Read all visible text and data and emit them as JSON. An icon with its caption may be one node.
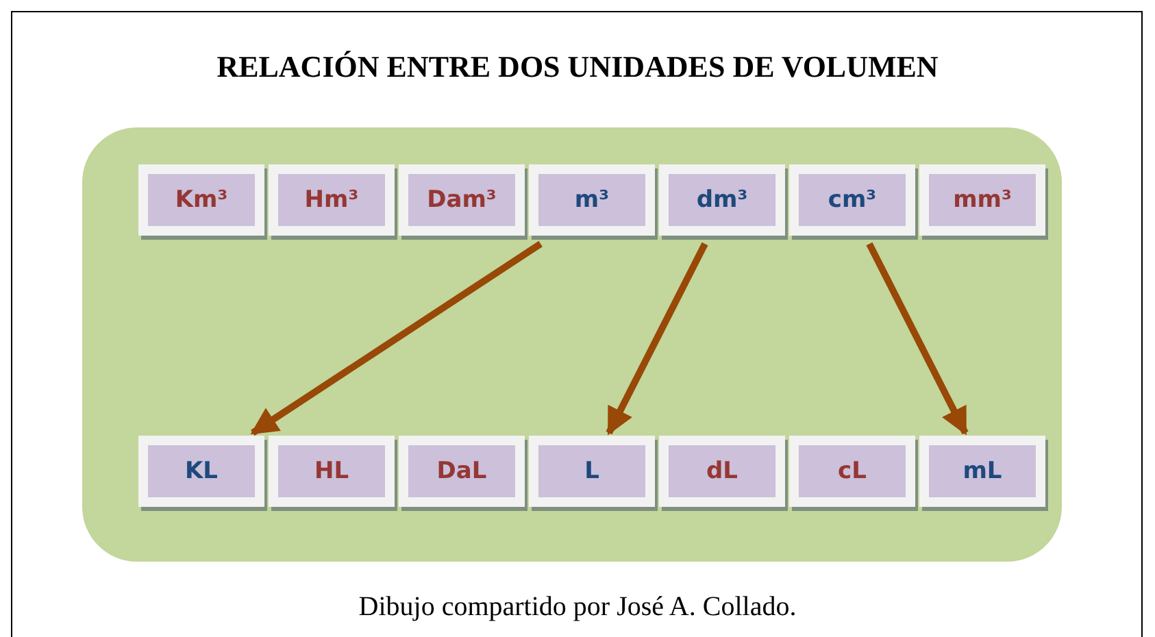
{
  "diagram": {
    "title": "RELACIÓN ENTRE DOS UNIDADES DE VOLUMEN",
    "caption": "Dibujo compartido por José A. Collado.",
    "nodes": [
      {
        "text": [],
        "shape": "box"
      },
      {
        "text": [
          "Km³"
        ],
        "in": 0
      },
      {
        "text": [
          "Hm³"
        ],
        "in": 0
      },
      {
        "text": [
          "Dam³"
        ],
        "in": 0
      },
      {
        "text": [
          "m³"
        ],
        "in": 0
      },
      {
        "text": [
          "dm³"
        ],
        "in": 0
      },
      {
        "text": [
          "cm³"
        ],
        "in": 0
      },
      {
        "text": [
          "mm³"
        ],
        "in": 0
      },
      {
        "text": [
          "KL"
        ],
        "in": 0
      },
      {
        "text": [
          "HL"
        ],
        "in": 0
      },
      {
        "text": [
          "DaL"
        ],
        "in": 0
      },
      {
        "text": [
          "L"
        ],
        "in": 0
      },
      {
        "text": [
          "dL"
        ],
        "in": 0
      },
      {
        "text": [
          "cL"
        ],
        "in": 0
      },
      {
        "text": [
          "mL"
        ],
        "in": 0
      }
    ],
    "edges": [
      {
        "from": 4,
        "to": 8,
        "arrow": "to"
      },
      {
        "from": 5,
        "to": 11,
        "arrow": "to"
      },
      {
        "from": 6,
        "to": 14,
        "arrow": "to"
      }
    ]
  }
}
